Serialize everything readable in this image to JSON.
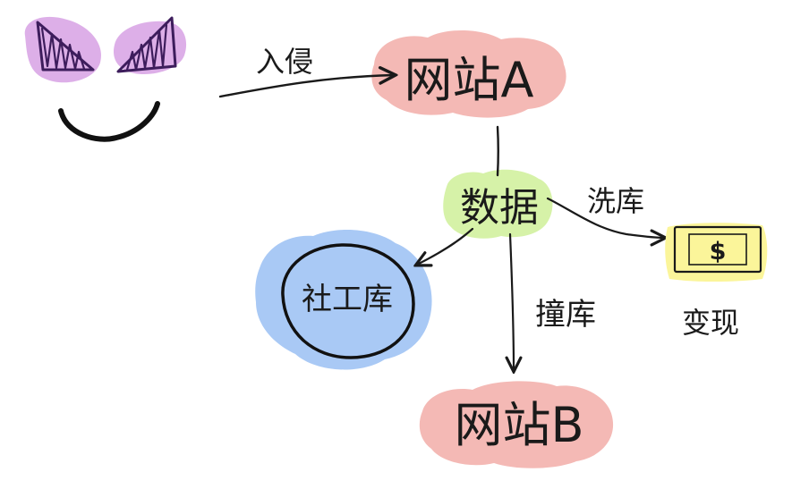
{
  "nodes": {
    "site_a": "网站A",
    "data": "数据",
    "social_db": "社工库",
    "site_b": "网站B",
    "cash_symbol": "$",
    "cash_label": "变现"
  },
  "edges": {
    "intrude": "入侵",
    "wash": "洗库",
    "stuff": "撞库"
  },
  "colors": {
    "pink_blob": "#f4b9b5",
    "purple_blob": "#d9a6e6",
    "green_blob": "#d6f2a8",
    "blue_blob": "#a9c9f5",
    "yellow_blob": "#fbf59a",
    "ink": "#1a1a1a",
    "eye_ink": "#3d1d5c"
  },
  "icons": {
    "villain_face": "evil-face-icon",
    "money": "dollar-bill-icon"
  }
}
